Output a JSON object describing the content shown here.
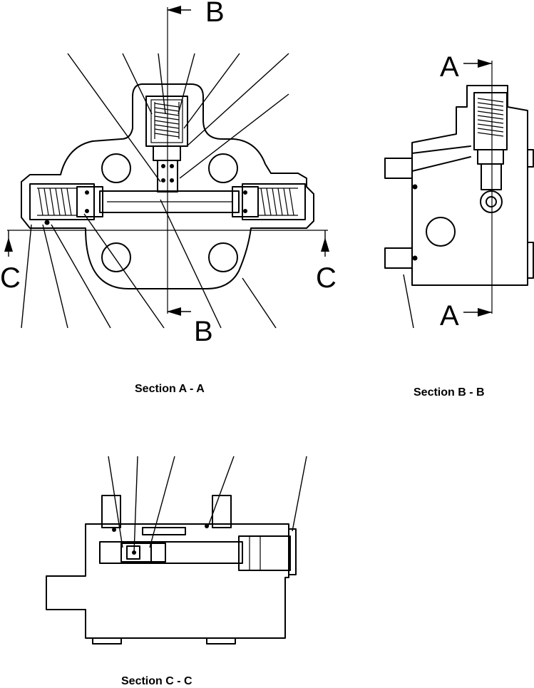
{
  "section_marks": {
    "b": "B",
    "a": "A",
    "c": "C"
  },
  "captions": {
    "section_aa": "Section A - A",
    "section_bb": "Section B - B",
    "section_cc": "Section C - C"
  },
  "colors": {
    "line": "#000000",
    "background": "#ffffff"
  }
}
